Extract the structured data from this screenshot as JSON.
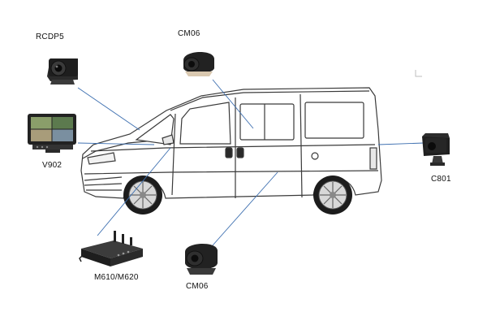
{
  "labels": {
    "rcdp5": "RCDP5",
    "cm06_top": "CM06",
    "v902": "V902",
    "c801": "C801",
    "m610": "M610/M620",
    "cm06_bottom": "CM06"
  },
  "colors": {
    "connector": "#3d6fb0",
    "outline": "#3a3a3a",
    "device_dark": "#1e1e1e"
  }
}
